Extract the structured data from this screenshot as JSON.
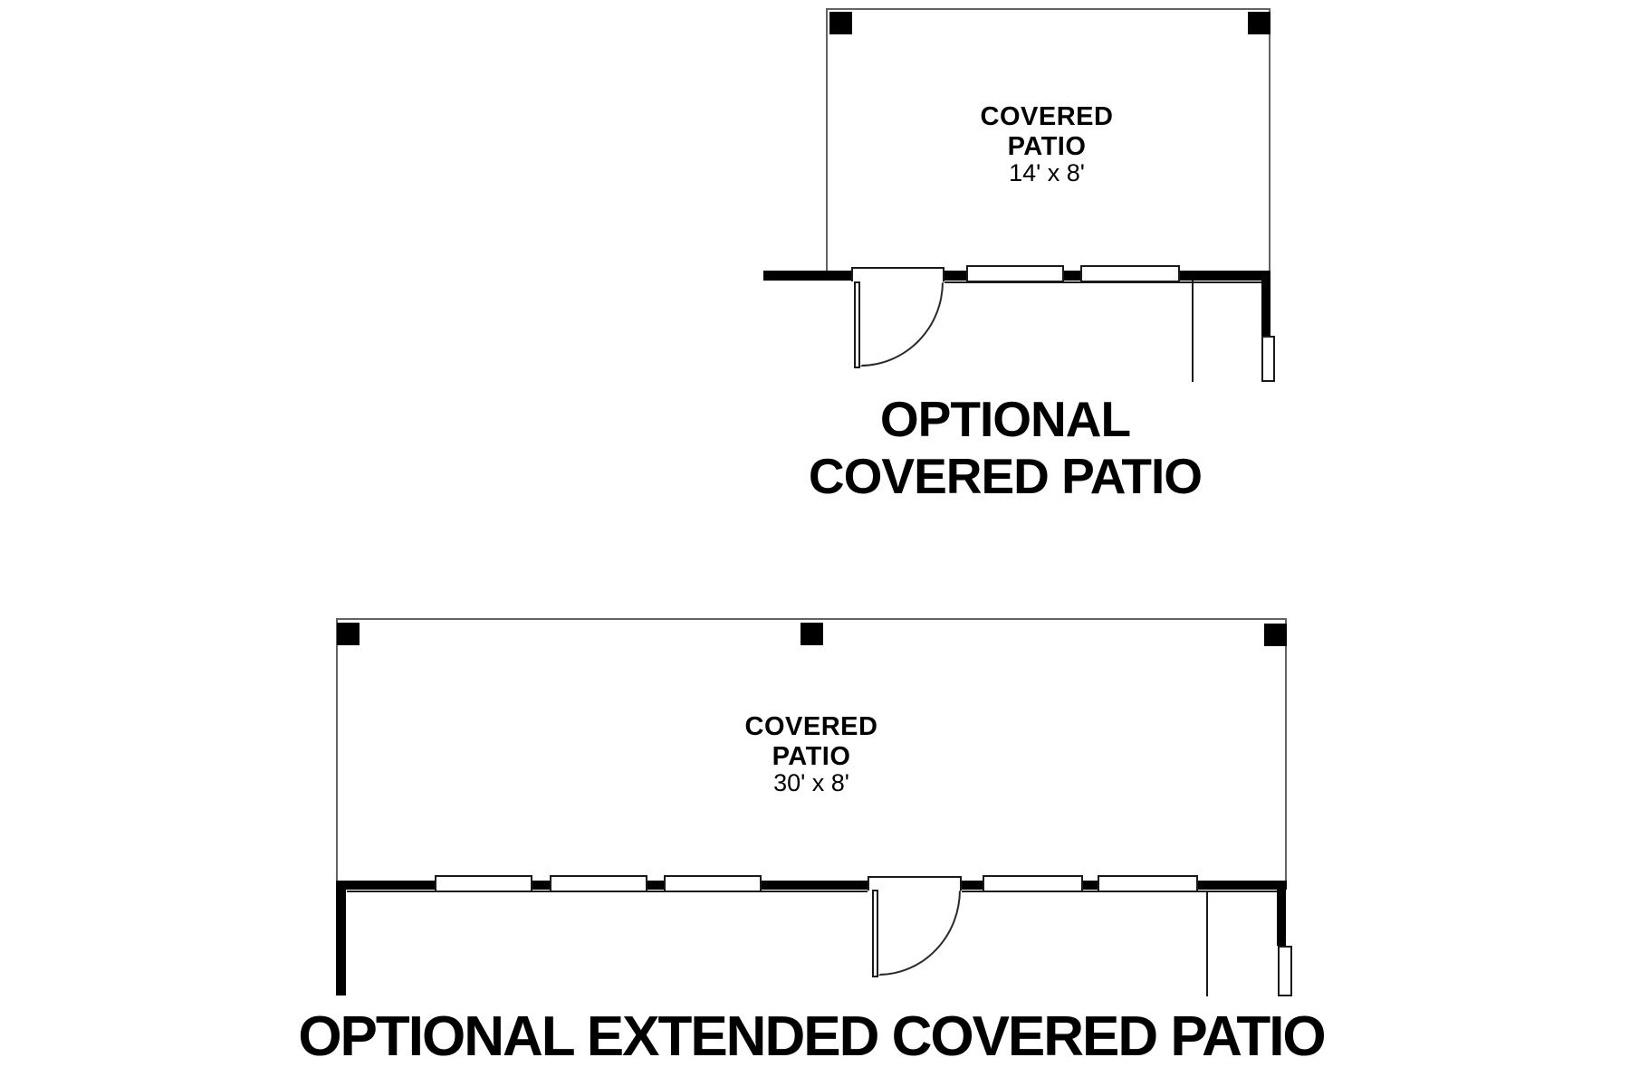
{
  "page": {
    "background": "#ffffff"
  },
  "colors": {
    "wall": "#000000",
    "patio_outline": "#636363",
    "detail_line": "#1a1a1a",
    "text": "#000000"
  },
  "small_patio": {
    "room": {
      "name_line1": "COVERED",
      "name_line2": "PATIO",
      "dimensions": "14' x 8'"
    },
    "caption_line1": "OPTIONAL",
    "caption_line2": "COVERED PATIO"
  },
  "extended_patio": {
    "room": {
      "name_line1": "COVERED",
      "name_line2": "PATIO",
      "dimensions": "30' x 8'"
    },
    "caption": "OPTIONAL EXTENDED COVERED PATIO"
  }
}
